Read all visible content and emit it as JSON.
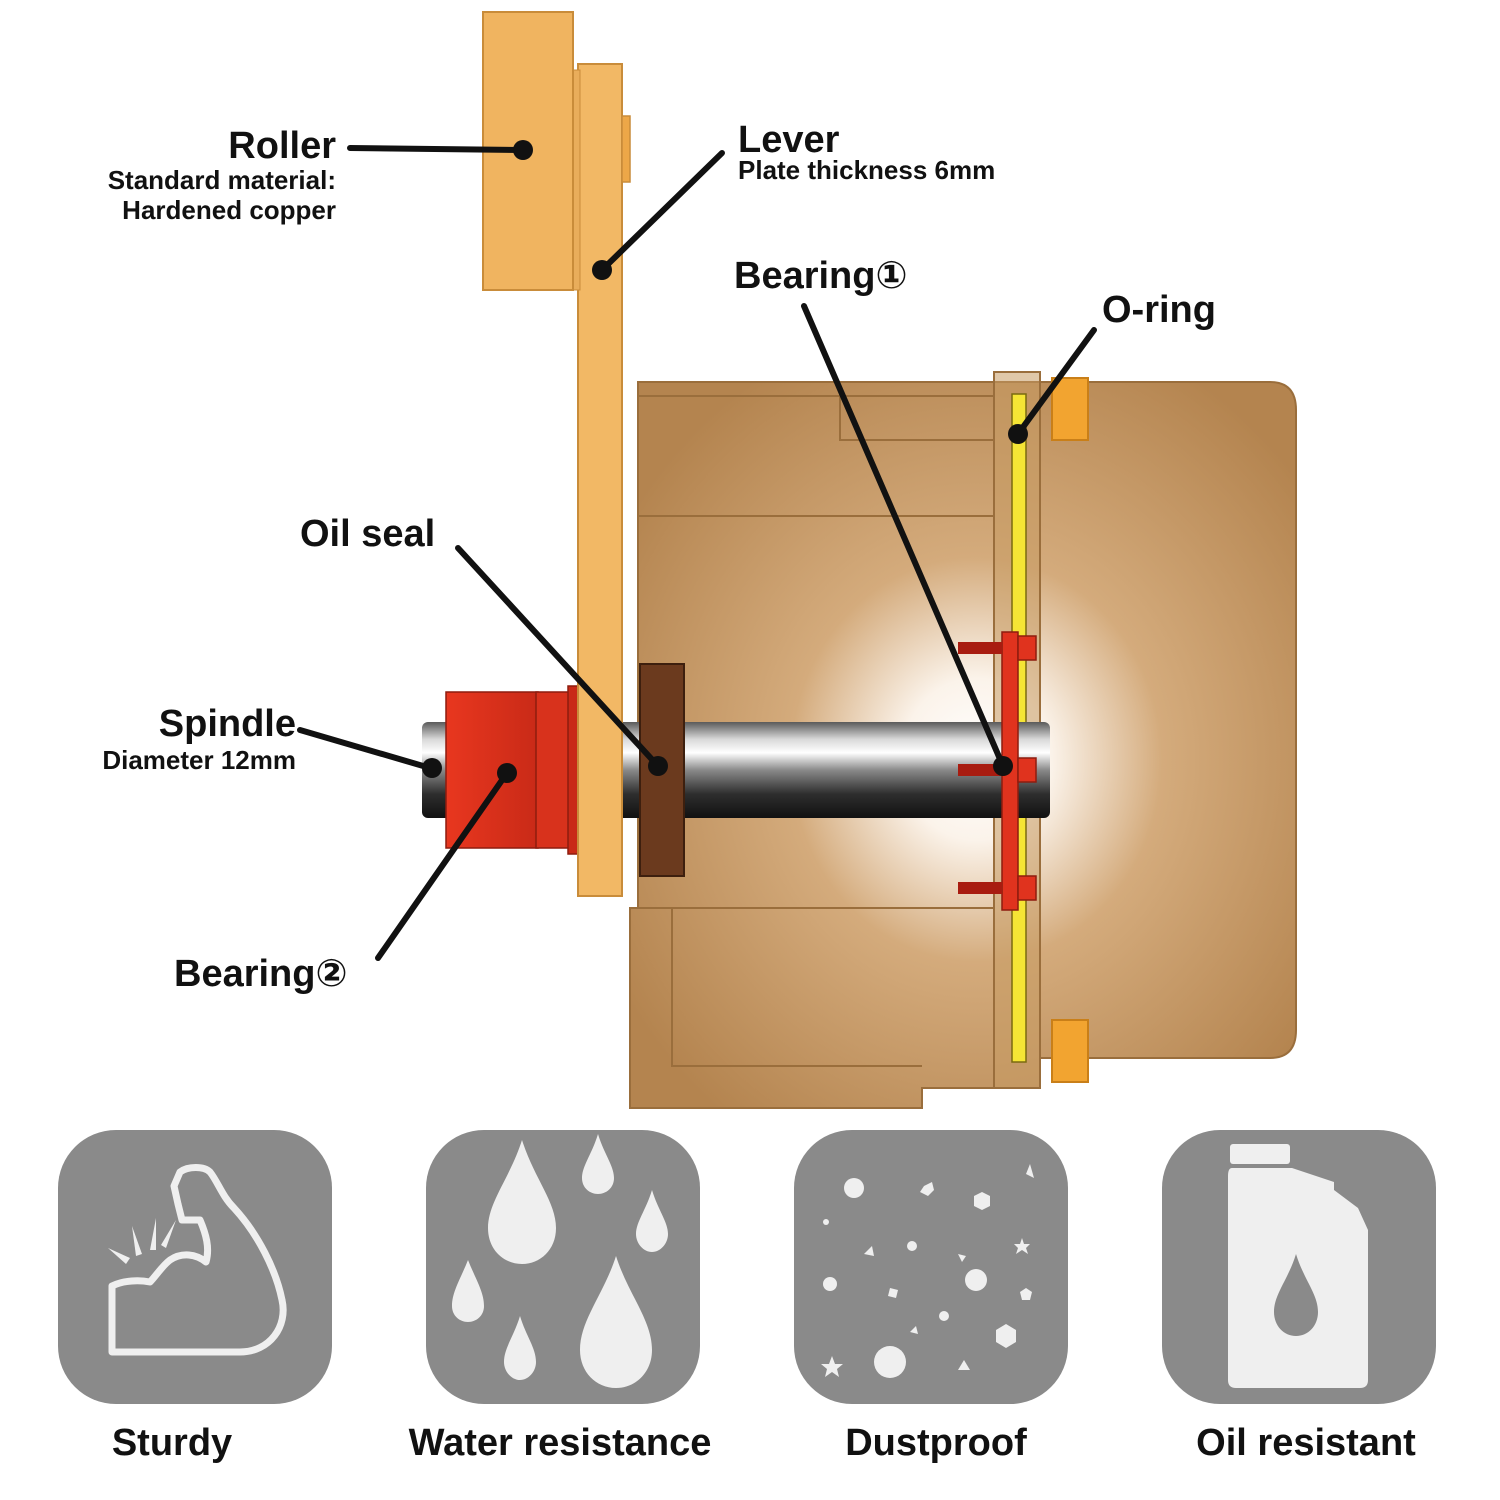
{
  "diagram": {
    "labels": {
      "roller": {
        "title": "Roller",
        "sub1": "Standard material:",
        "sub2": "Hardened copper"
      },
      "lever": {
        "title": "Lever",
        "sub": "Plate thickness 6mm"
      },
      "bearing1": {
        "title": "Bearing①"
      },
      "oring": {
        "title": "O-ring"
      },
      "oilseal": {
        "title": "Oil seal"
      },
      "spindle": {
        "title": "Spindle",
        "sub": "Diameter 12mm"
      },
      "bearing2": {
        "title": "Bearing②"
      }
    },
    "colors": {
      "roller": "#F0B460",
      "lever": "#F2B865",
      "housing": "#B88A55",
      "housing_glow": "#FFFFFF",
      "bearing": "#E0331E",
      "oil_seal": "#6B3A1E",
      "o_ring": "#F5E535",
      "shaft": "#3C3C3C",
      "leader": "#111111"
    }
  },
  "features": [
    {
      "label": "Sturdy",
      "icon": "flexed-arm-icon"
    },
    {
      "label": "Water resistance",
      "icon": "water-drops-icon"
    },
    {
      "label": "Dustproof",
      "icon": "dust-particles-icon"
    },
    {
      "label": "Oil resistant",
      "icon": "oil-jug-icon"
    }
  ],
  "feature_tile_color": "#8A8A8A",
  "feature_icon_color": "#EFEFEF"
}
